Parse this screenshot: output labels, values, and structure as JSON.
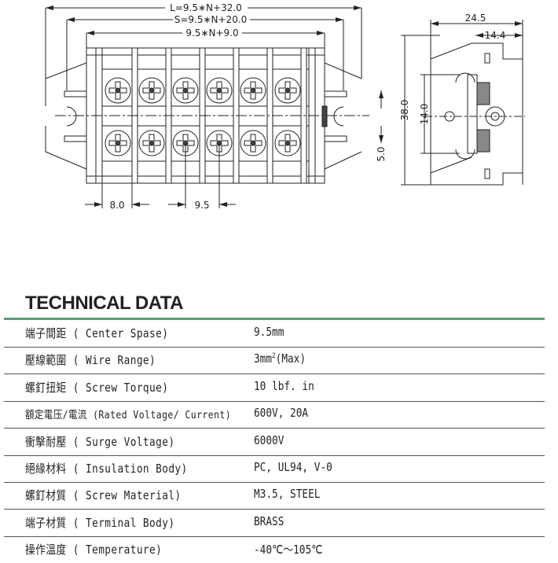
{
  "drawing": {
    "dim_L": "L=9.5∗N+32.0",
    "dim_S": "S=9.5∗N+20.0",
    "dim_inner": "9.5∗N+9.0",
    "dim_edge": "8.0",
    "dim_pitch": "9.5",
    "dim_mount": "5.0",
    "dim_height": "38.0",
    "dim_center": "14.0",
    "dim_depth": "24.5",
    "dim_depth2": "14.4"
  },
  "title": "TECHNICAL DATA",
  "rows": [
    {
      "label": "端子間距 ( Center Spase)",
      "value": "9.5mm"
    },
    {
      "label": "壓線範圍 ( Wire Range)",
      "value": "3mm",
      "sup": "2",
      "suffix": "(Max)"
    },
    {
      "label": "螺釘扭矩 ( Screw Torque)",
      "value": "10 lbf. in"
    },
    {
      "label": "額定電压/電流 (Rated Voltage/ Current)",
      "value": "600V, 20A"
    },
    {
      "label": "衝擊耐壓 ( Surge Voltage)",
      "value": "6000V"
    },
    {
      "label": "絕緣材料 ( Insulation Body)",
      "value": "PC, UL94, V-0"
    },
    {
      "label": "螺釘材質 ( Screw Material)",
      "value": "M3.5, STEEL"
    },
    {
      "label": "端子材質 ( Terminal Body)",
      "value": "BRASS"
    },
    {
      "label": "操作溫度 ( Temperature)",
      "value": "-40℃～105℃"
    }
  ]
}
